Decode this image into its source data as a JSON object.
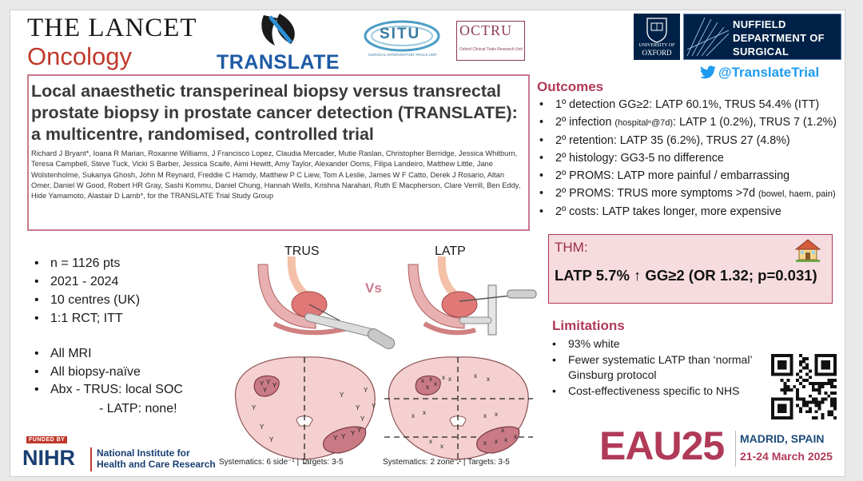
{
  "header": {
    "journal_line1": "THE LANCET",
    "journal_line2": "Oncology",
    "translate_logo": "TRANSLATE",
    "situ_logo": "SITU",
    "situ_sub": "SURGICAL INTERVENTION TRIALS UNIT",
    "octru_logo": "OCTRU",
    "octru_sub": "Oxford Clinical Trials Research Unit",
    "oxford_uni": "UNIVERSITY OF",
    "oxford_name": "OXFORD",
    "nuffield_line1": "NUFFIELD",
    "nuffield_line2": "DEPARTMENT OF",
    "nuffield_line3": "SURGICAL SCIENCES",
    "twitter_handle": "@TranslateTrial"
  },
  "paper": {
    "title": "Local anaesthetic transperineal biopsy versus transrectal prostate biopsy in prostate cancer detection (TRANSLATE): a multicentre, randomised, controlled trial",
    "authors": "Richard J Bryant*, Ioana R Marian, Roxanne Williams, J Francisco Lopez, Claudia Mercader, Mutie Raslan, Christopher Berridge, Jessica Whitburn, Teresa Campbell, Steve Tuck, Vicki S Barber, Jessica Scaife, Aimi Hewitt, Amy Taylor, Alexander Ooms, Filipa Landeiro, Matthew Little, Jane Wolstenholme, Sukanya Ghosh, John M Reynard, Freddie C Hamdy, Matthew P C Liew, Tom A Leslie, James W F Catto, Derek J Rosario, Altan Omer, Daniel W Good, Robert HR Gray, Sashi Kommu, Daniel Chung, Hannah Wells, Krishna Narahari, Ruth E Macpherson, Clare Verrill, Ben Eddy, Hide Yamamoto, Alastair D Lamb*, for the TRANSLATE Trial Study Group"
  },
  "facts": {
    "group1": [
      "n = 1126 pts",
      "2021 - 2024",
      "10 centres (UK)",
      "1:1 RCT; ITT"
    ],
    "group2": [
      "All MRI",
      "All biopsy-naïve",
      "Abx  - TRUS: local SOC"
    ],
    "abx_latp": "- LATP: none!"
  },
  "diagram": {
    "trus_label": "TRUS",
    "latp_label": "LATP",
    "vs_label": "Vs",
    "left_caption": "Systematics: 6 side⁻¹  |  Targets: 3-5",
    "right_caption": "Systematics: 2 zone⁻¹  |  Targets: 3-5",
    "left_mark": "Y",
    "right_mark": "x"
  },
  "outcomes": {
    "title": "Outcomes",
    "items": [
      {
        "pre": "1º detection GG≥2: LATP 60.1%, TRUS 54.4% (ITT)",
        "small": "",
        "post": ""
      },
      {
        "pre": "2º infection ",
        "small": "(hospitalⁿ@7d)",
        "post": ": LATP 1 (0.2%), TRUS 7 (1.2%)"
      },
      {
        "pre": "2º retention: LATP 35 (6.2%), TRUS 27 (4.8%)",
        "small": "",
        "post": ""
      },
      {
        "pre": "2º histology: GG3-5 no difference",
        "small": "",
        "post": ""
      },
      {
        "pre": "2º PROMS: LATP more painful / embarrassing",
        "small": "",
        "post": ""
      },
      {
        "pre": "2º PROMS: TRUS more symptoms >7d ",
        "small": "(bowel, haem, pain)",
        "post": ""
      },
      {
        "pre": "2º costs: LATP takes longer, more expensive",
        "small": "",
        "post": ""
      }
    ]
  },
  "thm": {
    "title": "THM:",
    "text": "LATP 5.7% ↑ GG≥2 (OR 1.32; p=0.031)"
  },
  "limitations": {
    "title": "Limitations",
    "items": [
      "93% white",
      "Fewer systematic LATP than ‘normal’ Ginsburg protocol",
      "Cost-effectiveness specific to NHS"
    ]
  },
  "eau": {
    "brand": "EAU25",
    "location": "MADRID, SPAIN",
    "date": "21-24 March 2025"
  },
  "funder": {
    "funded_by": "FUNDED BY",
    "short": "NIHR",
    "name_line1": "National Institute for",
    "name_line2": "Health and Care Research"
  },
  "colors": {
    "accent": "#b03a58",
    "thm_bg": "#f6dcdf",
    "twitter": "#1d9bf0",
    "oxford_blue": "#002147",
    "prostate_fill": "#f4d0d0",
    "lesion_fill": "#c97a84"
  }
}
